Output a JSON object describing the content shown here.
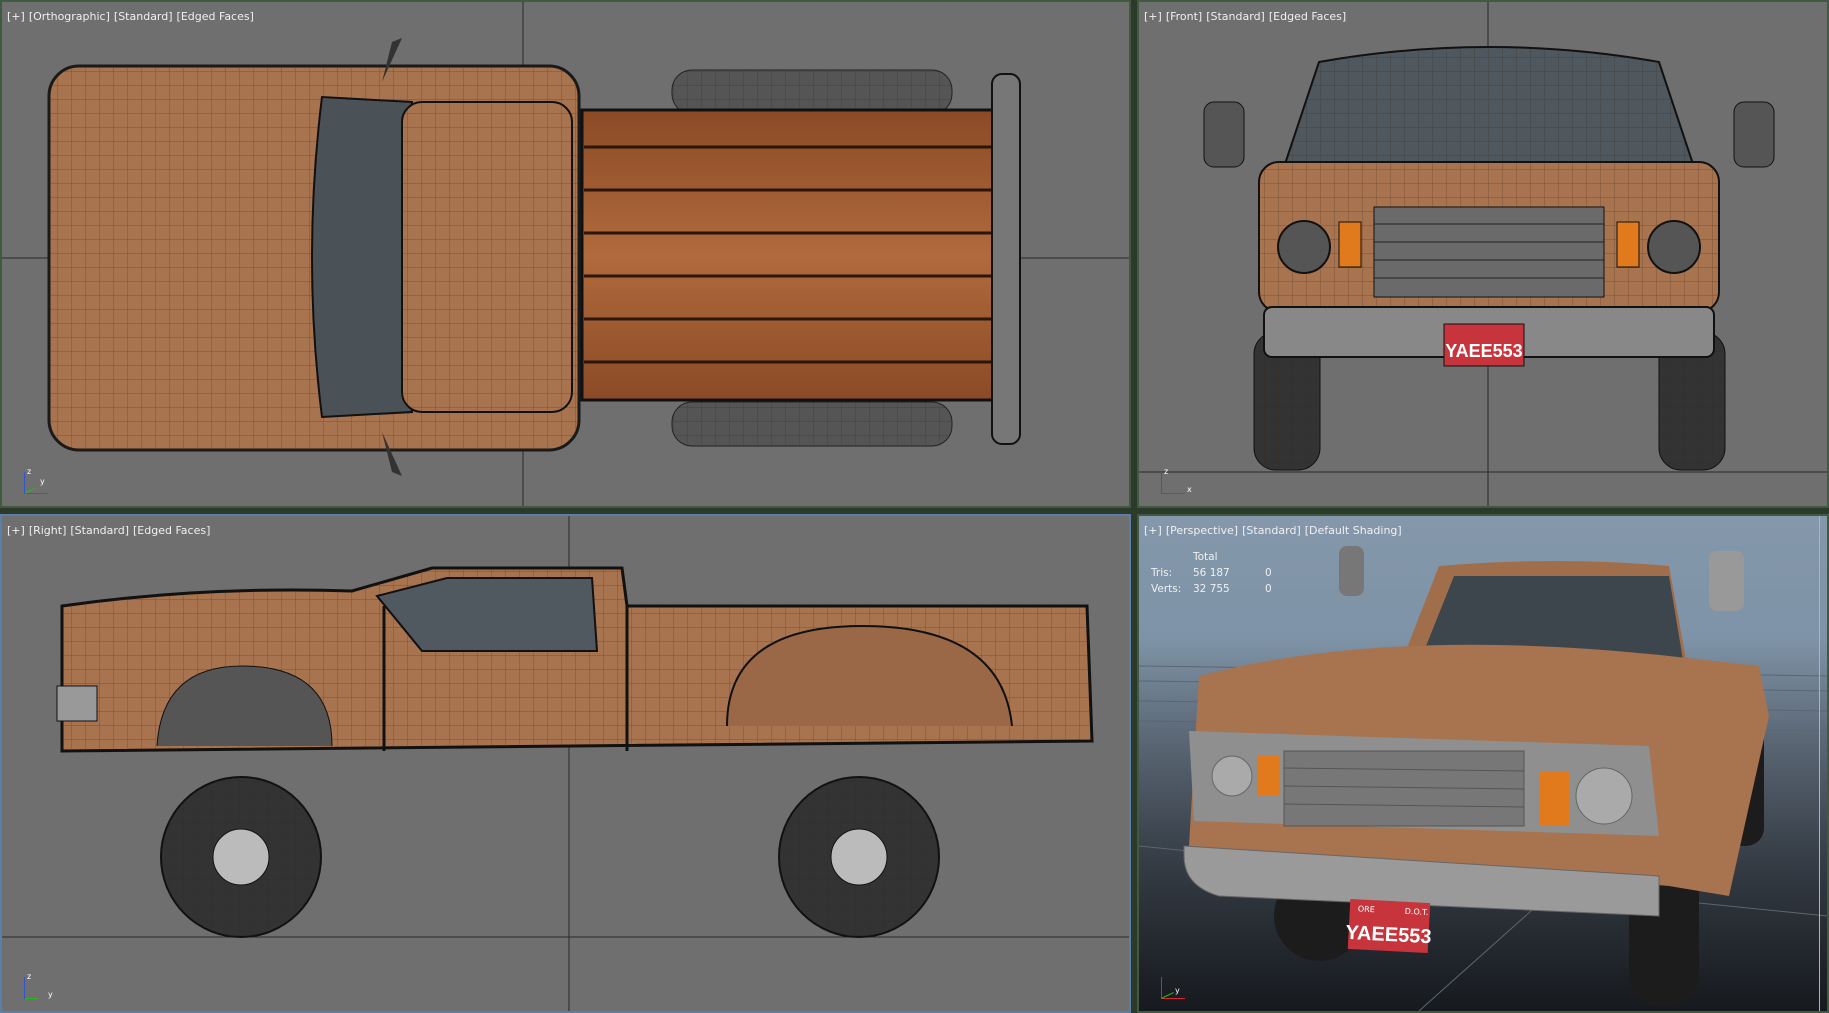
{
  "viewports": {
    "top": {
      "labels": [
        "[+]",
        "[Orthographic]",
        "[Standard]",
        "[Edged Faces]"
      ]
    },
    "front": {
      "labels": [
        "[+]",
        "[Front]",
        "[Standard]",
        "[Edged Faces]"
      ]
    },
    "right": {
      "labels": [
        "[+]",
        "[Right]",
        "[Standard]",
        "[Edged Faces]"
      ]
    },
    "perspective": {
      "labels": [
        "[+]",
        "[Perspective]",
        "[Standard]",
        "[Default Shading]"
      ],
      "stats": {
        "header": "Total",
        "rows": [
          {
            "label": "Tris:",
            "total": "56 187",
            "selected": "0"
          },
          {
            "label": "Verts:",
            "total": "32 755",
            "selected": "0"
          }
        ]
      }
    }
  },
  "gizmo": {
    "x": "x",
    "y": "y",
    "z": "z"
  },
  "license_plate": {
    "state": "ORE",
    "dept": "D.O.T.",
    "number": "YAEE553"
  },
  "colors": {
    "body": "#a8734f",
    "wood": "#9a5a32",
    "viewport_bg": "#6f6f6f",
    "active_border": "#5c7fa8",
    "turn_signal": "#e07a1c",
    "plate": "#c8343c"
  }
}
